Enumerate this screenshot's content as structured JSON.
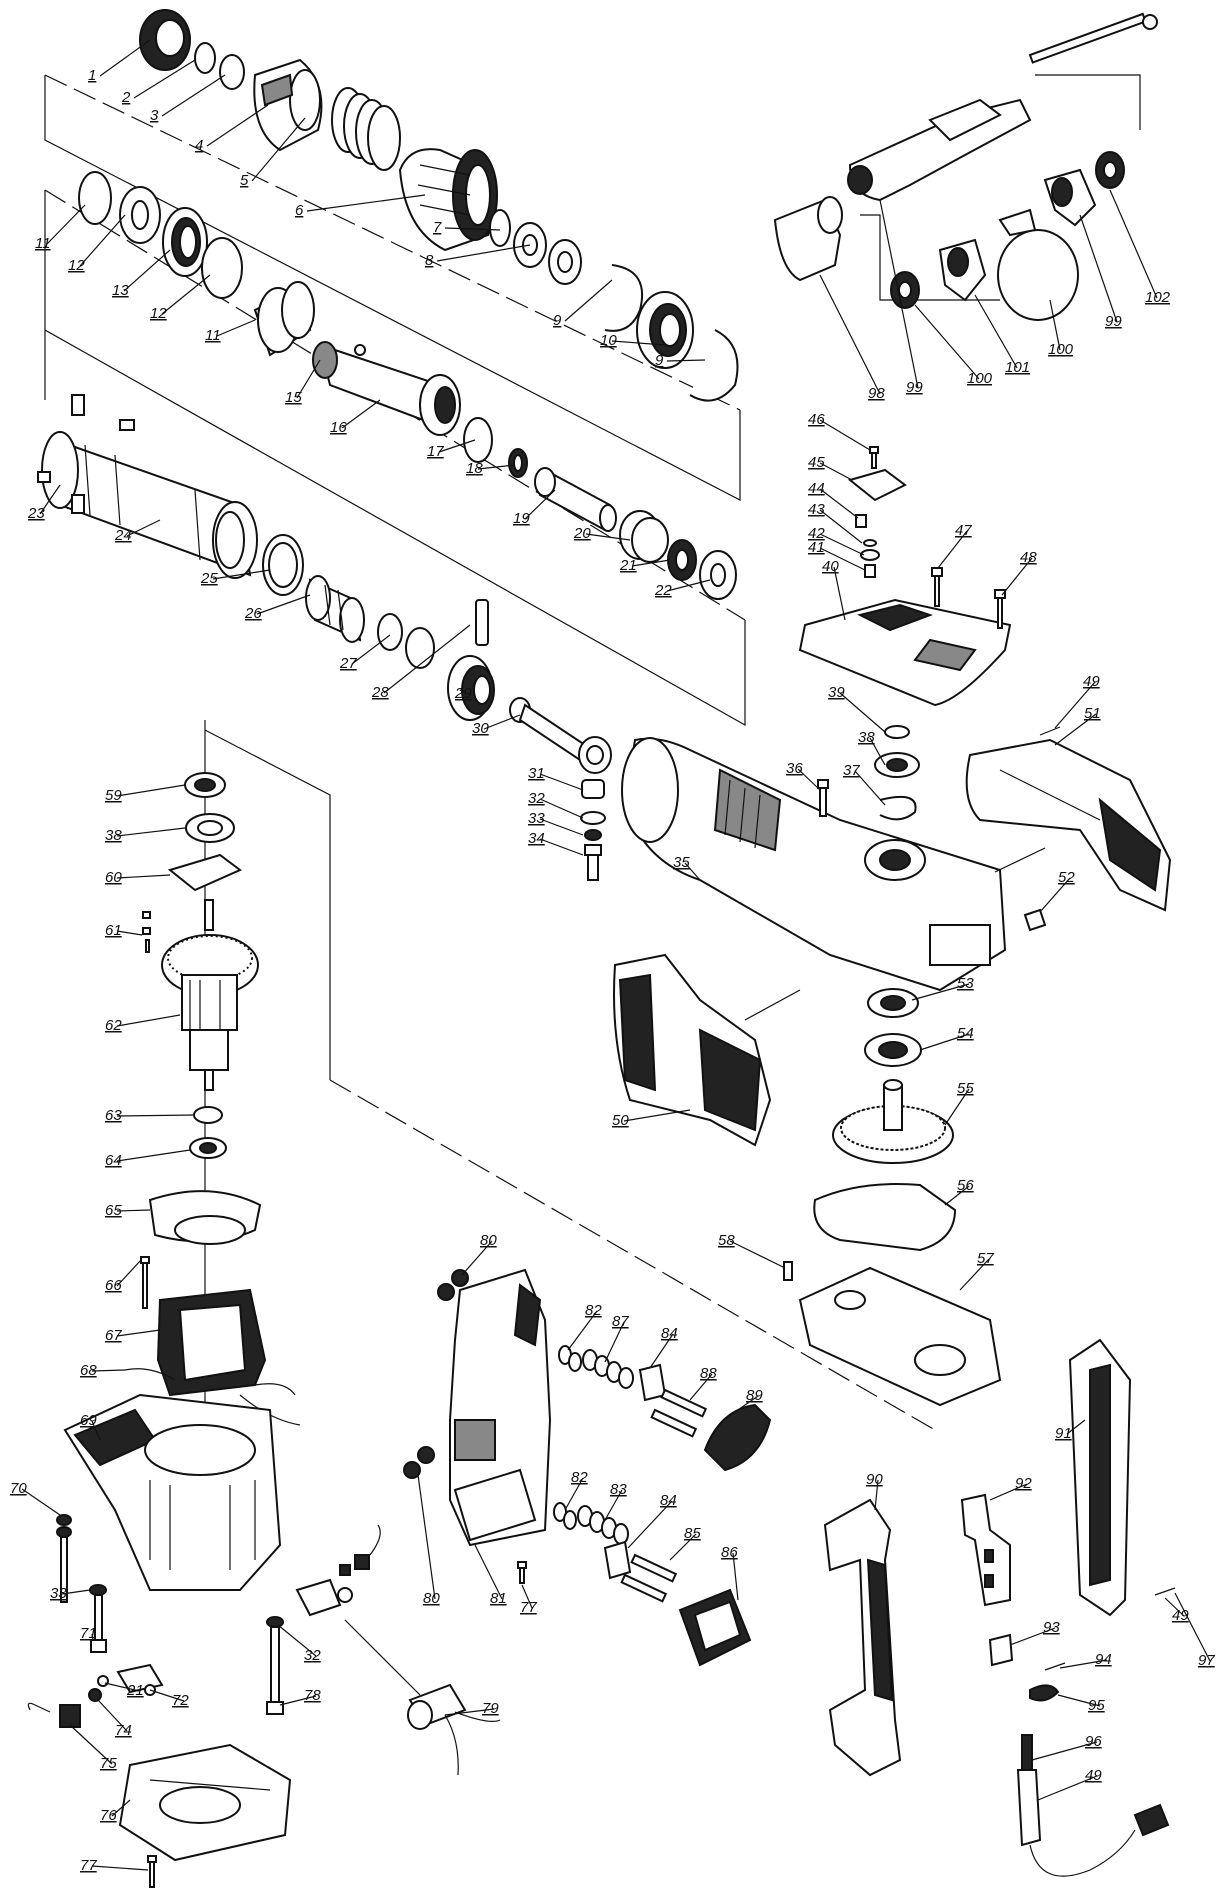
{
  "diagram": {
    "parts": [
      {
        "id": "1"
      },
      {
        "id": "2"
      },
      {
        "id": "3"
      },
      {
        "id": "4"
      },
      {
        "id": "5"
      },
      {
        "id": "6"
      },
      {
        "id": "7"
      },
      {
        "id": "8"
      },
      {
        "id": "9"
      },
      {
        "id": "9"
      },
      {
        "id": "10"
      },
      {
        "id": "11"
      },
      {
        "id": "12"
      },
      {
        "id": "13"
      },
      {
        "id": "12"
      },
      {
        "id": "11"
      },
      {
        "id": "15"
      },
      {
        "id": "16"
      },
      {
        "id": "17"
      },
      {
        "id": "18"
      },
      {
        "id": "19"
      },
      {
        "id": "20"
      },
      {
        "id": "21"
      },
      {
        "id": "22"
      },
      {
        "id": "23"
      },
      {
        "id": "24"
      },
      {
        "id": "25"
      },
      {
        "id": "26"
      },
      {
        "id": "27"
      },
      {
        "id": "28"
      },
      {
        "id": "29"
      },
      {
        "id": "30"
      },
      {
        "id": "31"
      },
      {
        "id": "32"
      },
      {
        "id": "33"
      },
      {
        "id": "34"
      },
      {
        "id": "35"
      },
      {
        "id": "36"
      },
      {
        "id": "37"
      },
      {
        "id": "38"
      },
      {
        "id": "39"
      },
      {
        "id": "40"
      },
      {
        "id": "41"
      },
      {
        "id": "42"
      },
      {
        "id": "43"
      },
      {
        "id": "44"
      },
      {
        "id": "45"
      },
      {
        "id": "46"
      },
      {
        "id": "47"
      },
      {
        "id": "48"
      },
      {
        "id": "49"
      },
      {
        "id": "50"
      },
      {
        "id": "51"
      },
      {
        "id": "52"
      },
      {
        "id": "53"
      },
      {
        "id": "54"
      },
      {
        "id": "55"
      },
      {
        "id": "56"
      },
      {
        "id": "57"
      },
      {
        "id": "58"
      },
      {
        "id": "59"
      },
      {
        "id": "38"
      },
      {
        "id": "60"
      },
      {
        "id": "61"
      },
      {
        "id": "62"
      },
      {
        "id": "63"
      },
      {
        "id": "64"
      },
      {
        "id": "65"
      },
      {
        "id": "66"
      },
      {
        "id": "67"
      },
      {
        "id": "68"
      },
      {
        "id": "69"
      },
      {
        "id": "70"
      },
      {
        "id": "33"
      },
      {
        "id": "71"
      },
      {
        "id": "72"
      },
      {
        "id": "21"
      },
      {
        "id": "74"
      },
      {
        "id": "75"
      },
      {
        "id": "76"
      },
      {
        "id": "77"
      },
      {
        "id": "32"
      },
      {
        "id": "78"
      },
      {
        "id": "79"
      },
      {
        "id": "80"
      },
      {
        "id": "80"
      },
      {
        "id": "81"
      },
      {
        "id": "82"
      },
      {
        "id": "87"
      },
      {
        "id": "84"
      },
      {
        "id": "88"
      },
      {
        "id": "89"
      },
      {
        "id": "82"
      },
      {
        "id": "83"
      },
      {
        "id": "84"
      },
      {
        "id": "85"
      },
      {
        "id": "86"
      },
      {
        "id": "77"
      },
      {
        "id": "90"
      },
      {
        "id": "91"
      },
      {
        "id": "92"
      },
      {
        "id": "93"
      },
      {
        "id": "49"
      },
      {
        "id": "94"
      },
      {
        "id": "95"
      },
      {
        "id": "96"
      },
      {
        "id": "49"
      },
      {
        "id": "97"
      },
      {
        "id": "98"
      },
      {
        "id": "99"
      },
      {
        "id": "100"
      },
      {
        "id": "101"
      },
      {
        "id": "100"
      },
      {
        "id": "99"
      },
      {
        "id": "102"
      }
    ]
  }
}
